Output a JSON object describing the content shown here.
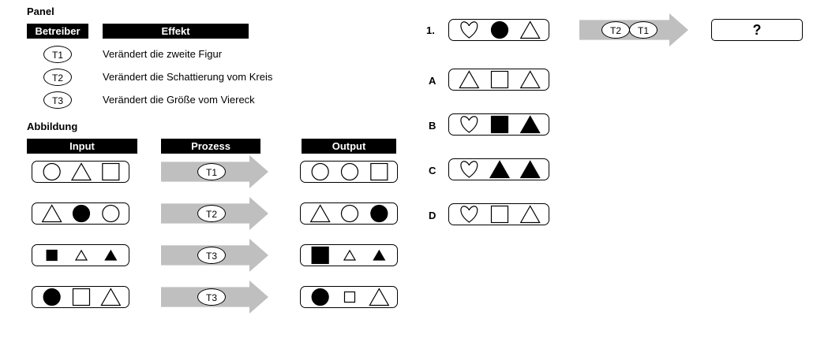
{
  "panel": {
    "title": "Panel",
    "operator_header": "Betreiber",
    "effect_header": "Effekt",
    "operators": [
      {
        "id": "T1",
        "effect": "Verändert die zweite Figur"
      },
      {
        "id": "T2",
        "effect": "Verändert die Schattierung vom Kreis"
      },
      {
        "id": "T3",
        "effect": "Verändert die Größe vom Viereck"
      }
    ]
  },
  "figure": {
    "title": "Abbildung",
    "input_header": "Input",
    "process_header": "Prozess",
    "output_header": "Output",
    "rows": [
      {
        "input": [
          "circle",
          "triangle",
          "square"
        ],
        "process": "T1",
        "output": [
          "circle",
          "circle",
          "square"
        ]
      },
      {
        "input": [
          "triangle",
          "circle-filled",
          "circle"
        ],
        "process": "T2",
        "output": [
          "triangle",
          "circle",
          "circle-filled"
        ]
      },
      {
        "input": [
          "square-filled-small",
          "triangle-small",
          "triangle-filled-small"
        ],
        "process": "T3",
        "output": [
          "square-filled",
          "triangle-small",
          "triangle-filled-small"
        ]
      },
      {
        "input": [
          "circle-filled",
          "square",
          "triangle"
        ],
        "process": "T3",
        "output": [
          "circle-filled",
          "square-small",
          "triangle"
        ]
      }
    ]
  },
  "question": {
    "number": "1.",
    "input": [
      "heart",
      "circle-filled",
      "triangle"
    ],
    "process": [
      "T2",
      "T1"
    ],
    "result": "?"
  },
  "options": [
    {
      "label": "A",
      "shapes": [
        "triangle",
        "square",
        "triangle"
      ]
    },
    {
      "label": "B",
      "shapes": [
        "heart",
        "square-filled",
        "triangle-filled"
      ]
    },
    {
      "label": "C",
      "shapes": [
        "heart",
        "triangle-filled",
        "triangle-filled"
      ]
    },
    {
      "label": "D",
      "shapes": [
        "heart",
        "square",
        "triangle"
      ]
    }
  ],
  "colors": {
    "arrow": "#bfbfbf",
    "header": "#000000"
  }
}
